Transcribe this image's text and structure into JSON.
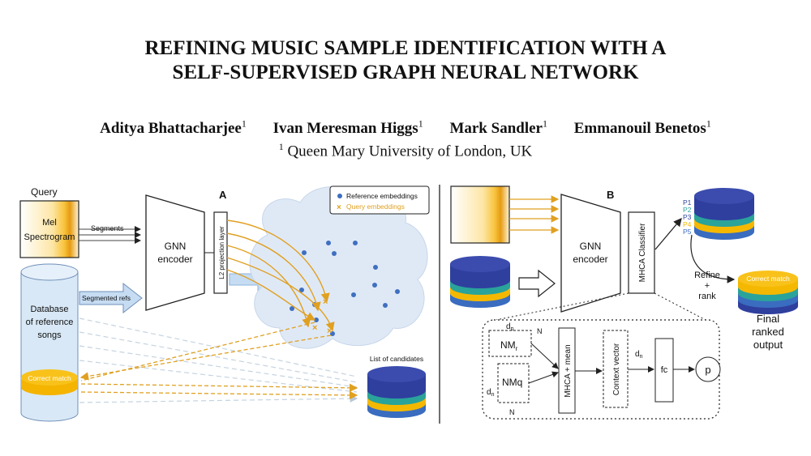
{
  "title": {
    "line1": "REFINING MUSIC SAMPLE IDENTIFICATION WITH A",
    "line2": "SELF-SUPERVISED GRAPH NEURAL NETWORK"
  },
  "authors": [
    {
      "name": "Aditya Bhattacharjee",
      "sup": "1"
    },
    {
      "name": "Ivan Meresman Higgs",
      "sup": "1"
    },
    {
      "name": "Mark Sandler",
      "sup": "1"
    },
    {
      "name": "Emmanouil Benetos",
      "sup": "1"
    }
  ],
  "affiliation": {
    "sup": "1",
    "text": "Queen Mary University of London, UK"
  },
  "figure_a": {
    "label": "A",
    "query": "Query",
    "mel_line1": "Mel",
    "mel_line2": "Spectrogram",
    "segments": "Segments",
    "encoder_line1": "GNN",
    "encoder_line2": "encoder",
    "projection": "L2 projection layer",
    "legend_reference": "Reference embeddings",
    "legend_query": "Query embeddings",
    "segmented_refs": "Segmented refs",
    "database_line1": "Database",
    "database_line2": "of reference",
    "database_line3": "songs",
    "correct_match": "Correct match",
    "list_candidates": "List of candidates"
  },
  "figure_b": {
    "label": "B",
    "encoder_line1": "GNN",
    "encoder_line2": "encoder",
    "classifier": "MHCA Classifier",
    "p_labels": [
      "P1",
      "P2",
      "P3",
      "P4",
      "P5"
    ],
    "refine_line1": "Refine",
    "refine_line2": "+",
    "refine_line3": "rank",
    "correct_match": "Correct match",
    "final_line1": "Final",
    "final_line2": "ranked",
    "final_line3": "output",
    "dp": "d",
    "dp_sub": "p",
    "nmr": "NM",
    "nmr_sub": "r",
    "nmq": "NMq",
    "dn": "d",
    "dn_sub": "n",
    "n1": "N",
    "n2": "N",
    "mhca_mean": "MHCA + mean",
    "context_vector": "Context vector",
    "dn2": "d",
    "dn2_sub": "n",
    "fc": "fc",
    "p": "p"
  },
  "colors": {
    "blue_dark": "#2f3f9e",
    "teal": "#2aa39a",
    "yellow": "#f5b800",
    "mid_blue": "#3a6cc0",
    "light_blue": "#4f8fd8",
    "orange_arrow": "#e0a020",
    "cloud": "#dfe9f6",
    "db": "#d8e8f6"
  }
}
